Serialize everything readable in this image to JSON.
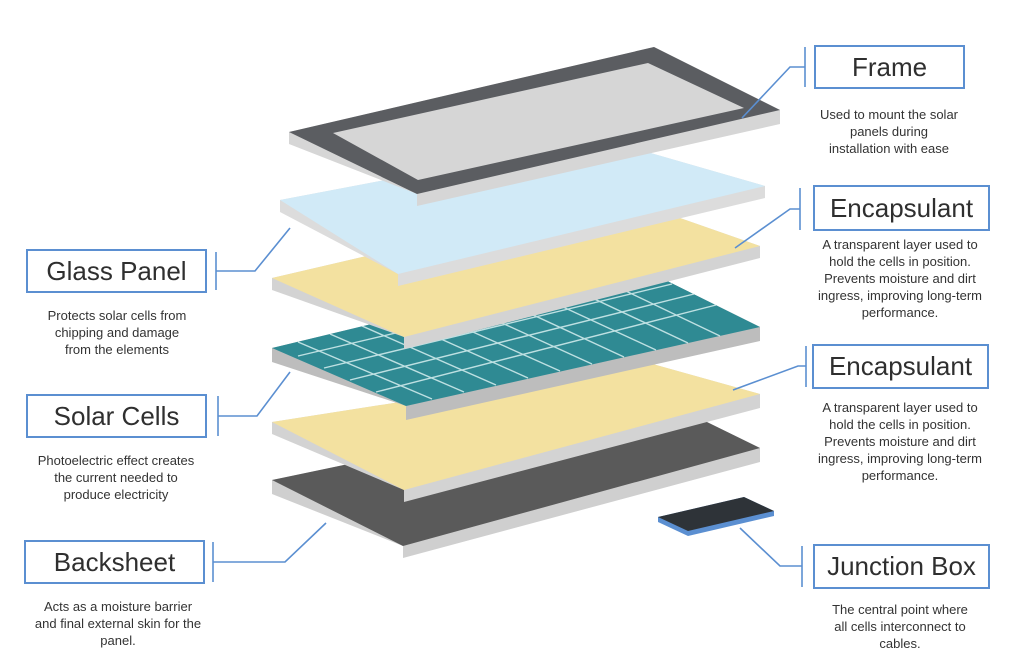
{
  "layers": [
    {
      "key": "frame",
      "title": "Frame",
      "description": [
        "Used to mount the solar",
        "panels during",
        "installation with ease"
      ]
    },
    {
      "key": "encapsulant_top",
      "title": "Encapsulant",
      "description": [
        "A transparent layer used to",
        "hold the cells in position.",
        "Prevents moisture and dirt",
        "ingress, improving long-term",
        "performance."
      ]
    },
    {
      "key": "glass_panel",
      "title": "Glass Panel",
      "description": [
        "Protects solar cells from",
        "chipping and damage",
        "from the elements"
      ]
    },
    {
      "key": "solar_cells",
      "title": "Solar Cells",
      "description": [
        "Photoelectric effect creates",
        "the current needed to",
        "produce electricity"
      ]
    },
    {
      "key": "encapsulant_bottom",
      "title": "Encapsulant",
      "description": [
        "A transparent layer used to",
        "hold the cells in position.",
        "Prevents moisture and dirt",
        "ingress, improving long-term",
        "performance."
      ]
    },
    {
      "key": "backsheet",
      "title": "Backsheet",
      "description": [
        "Acts as a moisture barrier",
        "and final external skin for the",
        "panel."
      ]
    },
    {
      "key": "junction_box",
      "title": "Junction Box",
      "description": [
        "The central point where",
        "all cells interconnect to",
        "cables."
      ]
    }
  ],
  "colors": {
    "callout_line": "#5b8fd1",
    "frame": "#5b5d61",
    "glass": "#cfeaf8",
    "encapsulant": "#f6e29a",
    "cells": "#2f8a93",
    "backsheet": "#5a5a5a",
    "junction_box": "#2e3338"
  }
}
